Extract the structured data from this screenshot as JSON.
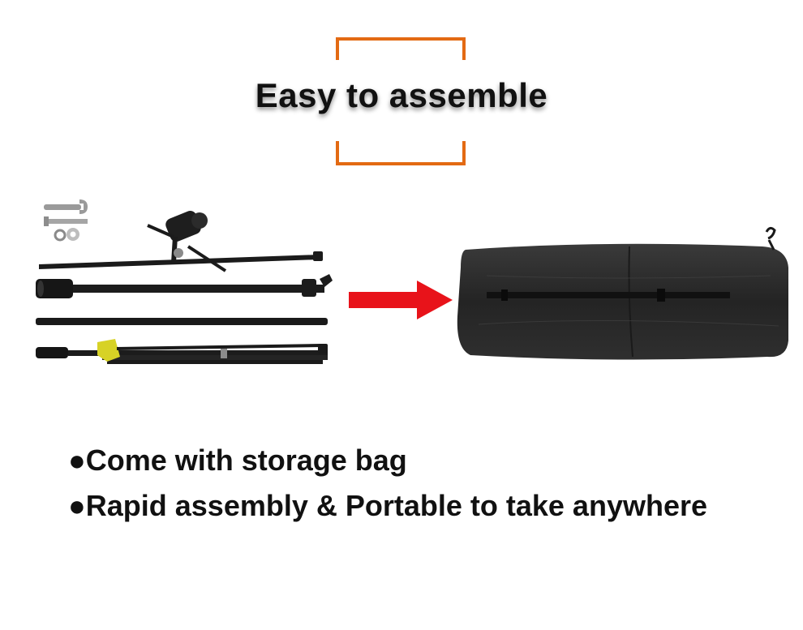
{
  "header": {
    "title": "Easy to assemble",
    "accent_color": "#e36a13"
  },
  "illustration": {
    "left_image": "stand-parts-disassembled",
    "arrow_icon": "right-arrow-icon",
    "arrow_color": "#e8131a",
    "right_image": "black-storage-bag"
  },
  "features": [
    {
      "text": "●Come with storage bag"
    },
    {
      "text": "●Rapid assembly & Portable to take anywhere"
    }
  ]
}
